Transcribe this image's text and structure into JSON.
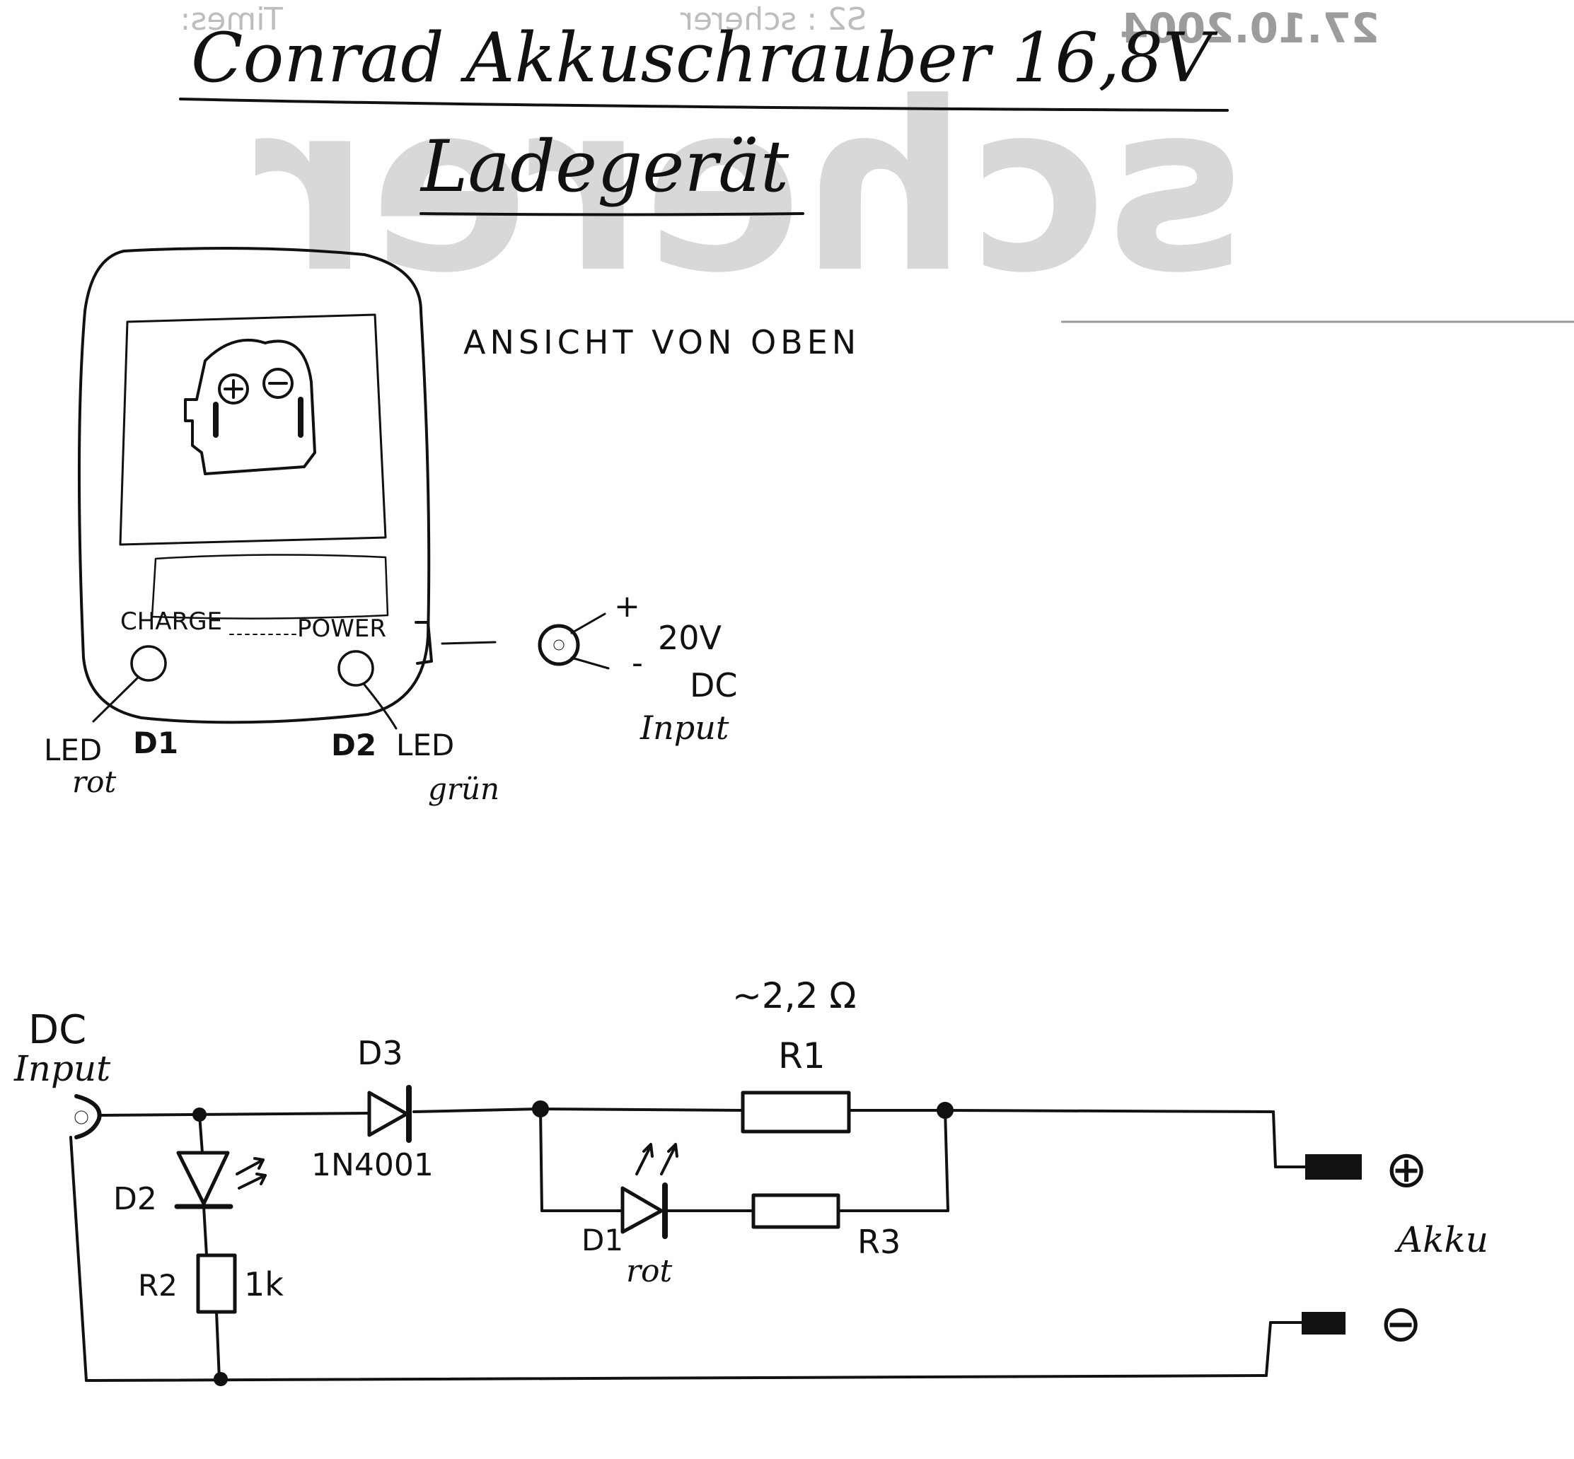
{
  "header": {
    "title": "Conrad Akkuschrauber 16,8V",
    "subtitle": "Ladegerät",
    "background_print": {
      "brand": "scherer",
      "mirrored_line_left": "Times:",
      "mirrored_line_mid": "S2 : scherer",
      "mirrored_line_right": "27.10.2004"
    }
  },
  "device_view": {
    "caption": "ANSICHT VON OBEN",
    "charge_label": "CHARGE",
    "power_label": "POWER",
    "plus_symbol": "⊕",
    "minus_symbol": "⊖",
    "left_led": {
      "type": "LED",
      "color": "rot",
      "designator": "D1"
    },
    "right_led": {
      "type": "LED",
      "color": "grün",
      "designator": "D2"
    },
    "input": {
      "plus": "+",
      "minus": "-",
      "voltage": "20V",
      "kind": "DC",
      "kind2": "Input"
    }
  },
  "schematic": {
    "input_label_1": "DC",
    "input_label_2": "Input",
    "d3": {
      "designator": "D3",
      "part": "1N4001"
    },
    "r1": {
      "designator": "R1",
      "value": "~2,2 Ω"
    },
    "r3": {
      "designator": "R3"
    },
    "d1": {
      "designator": "D1",
      "color": "rot"
    },
    "d2": {
      "designator": "D2"
    },
    "r2": {
      "designator": "R2",
      "value": "1k"
    },
    "battery": {
      "label": "Akku",
      "plus": "⊕",
      "minus": "⊖"
    }
  }
}
